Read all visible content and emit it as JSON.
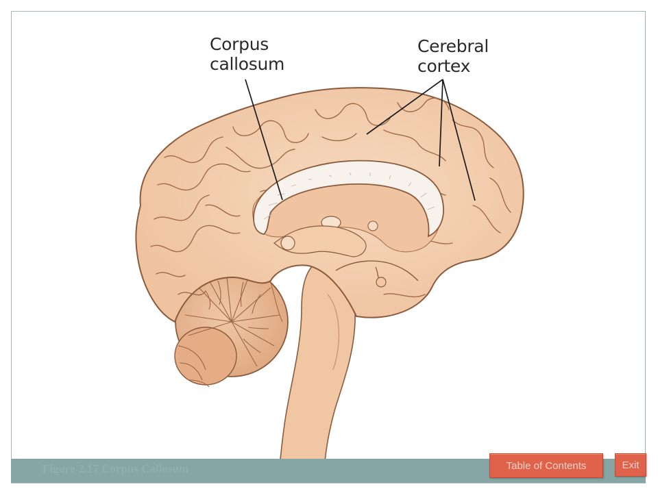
{
  "slide": {
    "caption": "Figure 2.17 Corpus Callosum"
  },
  "figure": {
    "labels": {
      "corpus_callosum": [
        "Corpus",
        "callosum"
      ],
      "cerebral_cortex": [
        "Cerebral",
        "cortex"
      ]
    },
    "colors": {
      "brain_fill": "#f3cfb0",
      "brain_shadow": "#e6b48f",
      "outline": "#8a5a3c",
      "callosum_fill": "#f7f2ec",
      "stem_fill": "#f2c8a4"
    }
  },
  "footer": {
    "background": "#86a5a5"
  },
  "nav": {
    "toc_label": "Table of Contents",
    "exit_label": "Exit",
    "button_color": "#e0624a"
  }
}
